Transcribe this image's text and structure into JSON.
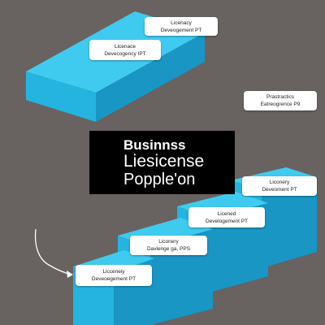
{
  "colors": {
    "background": "#686260",
    "block_top": "#3fcbf0",
    "block_front": "#25b4e0",
    "block_side": "#1996c4",
    "label_bg": "#ffffff",
    "title_bg": "#000000"
  },
  "title": {
    "line1": "Businnss",
    "line2": "Liesicense",
    "line3": "Popple'on"
  },
  "labels": [
    {
      "line1": "Licenacy",
      "line2": "Deveogement PT"
    },
    {
      "line1": "Licenace",
      "line2": "Devecogency IPT"
    },
    {
      "line1": "Prastractics",
      "line2": "Eatreogrence P9"
    },
    {
      "line1": "Liconery",
      "line2": "Deveoment PT"
    },
    {
      "line1": "Licened",
      "line2": "Develogement PT"
    },
    {
      "line1": "Liconery",
      "line2": "Davlenge ga, PPS"
    },
    {
      "line1": "Licceneiy",
      "line2": "Deveoegement PT"
    }
  ],
  "arrow_icon": "curved-arrow-icon"
}
